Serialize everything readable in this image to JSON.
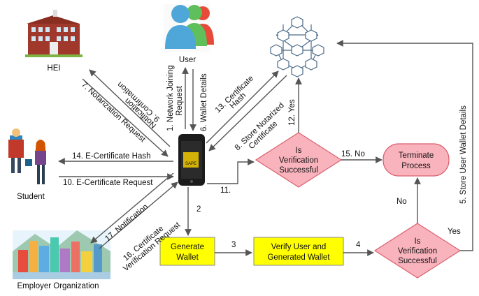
{
  "actors": {
    "user": "User",
    "hei": "HEI",
    "student": "Student",
    "employer": "Employer Organization",
    "app_badge": "SAPE"
  },
  "nodes": {
    "generate_wallet": [
      "Generate",
      "Wallet"
    ],
    "verify_user": [
      "Verify User and",
      "Generated Wallet"
    ],
    "decision_top": [
      "Is",
      "Verification",
      "Successful"
    ],
    "decision_bottom": [
      "Is",
      "Verification",
      "Successful"
    ],
    "terminate": [
      "Terminate",
      "Process"
    ]
  },
  "steps": {
    "s1": [
      "1. Network Joining",
      "Request"
    ],
    "s2": "2",
    "s3": "3",
    "s4": "4",
    "s5": "5. Store User Wallet Details",
    "s6": "6. Wallet Details",
    "s7": "7. Notarization Request",
    "s8": [
      "8. Store Notarized",
      "Certificate"
    ],
    "s9": [
      "9. Confirmation",
      "Notification"
    ],
    "s10": "10. E-Certificate Request",
    "s11": "11.",
    "s12": "12. Yes",
    "s13": [
      "13. Certificate",
      "Hash"
    ],
    "s14": "14. E-Certificate Hash",
    "s15": "15. No",
    "s16": [
      "16. Certificate",
      "Verification Request"
    ],
    "s17": "17. Notification",
    "yes": "Yes",
    "no": "No"
  },
  "colors": {
    "yellow_box": "#ffff00",
    "pink_shape": "#f9b3bd",
    "pink_border": "#d9606e",
    "arrow": "#555555",
    "user_blue": "#4fa6d8",
    "user_green": "#5fbf5a",
    "user_red": "#e84a3a",
    "blockchain": "#4a6a88"
  }
}
